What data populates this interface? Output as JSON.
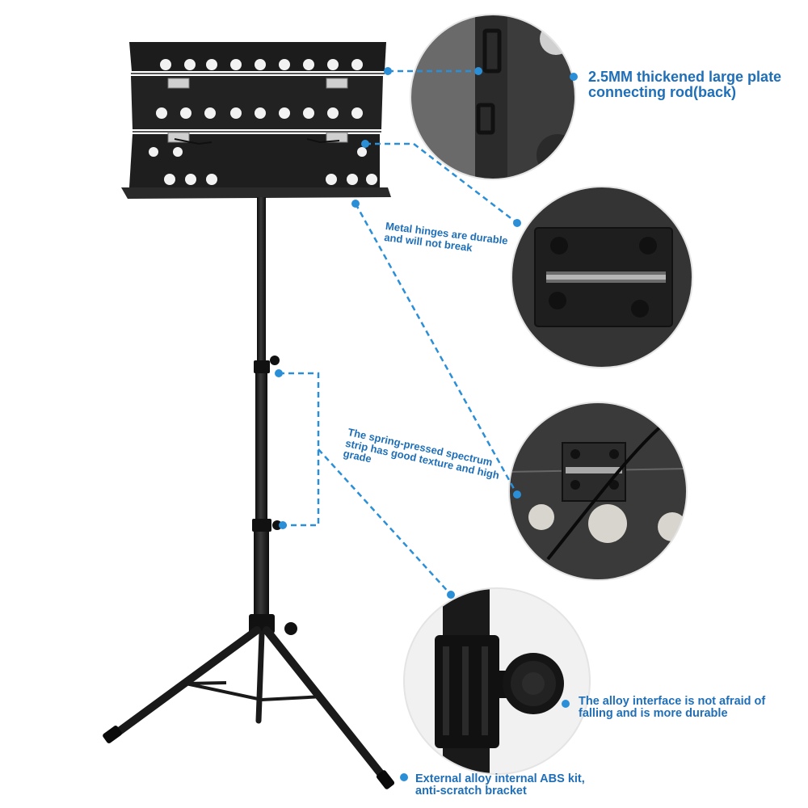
{
  "product": {
    "name": "Music stand with perforated sheet music tray and tripod base",
    "callouts": [
      {
        "id": "connecting-rod",
        "lines": [
          "2.5MM thickened large plate",
          "connecting rod(back)"
        ]
      },
      {
        "id": "metal-hinges",
        "lines": [
          "Metal hinges are durable",
          "and will not break"
        ]
      },
      {
        "id": "spring-strip",
        "lines": [
          "The spring-pressed spectrum",
          "strip has good texture and high",
          "grade"
        ]
      },
      {
        "id": "alloy-interface",
        "lines": [
          "The alloy interface is not afraid of",
          "falling and is more durable"
        ]
      },
      {
        "id": "abs-kit",
        "lines": [
          "External alloy internal ABS kit,",
          "anti-scratch bracket"
        ]
      }
    ]
  },
  "colors": {
    "callout_text": "#1f6fb8",
    "leader_line": "#2b8fd8",
    "stand_metal": "#1c1c1c",
    "background": "#ffffff"
  }
}
